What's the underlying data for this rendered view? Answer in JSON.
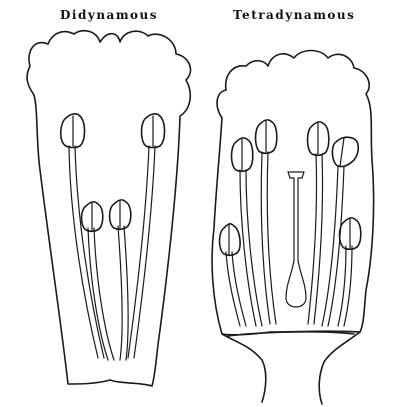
{
  "diagram": {
    "left_label": "Didynamous",
    "right_label": "Tetradynamous",
    "left_stamen_count": 4,
    "right_stamen_count": 6
  }
}
